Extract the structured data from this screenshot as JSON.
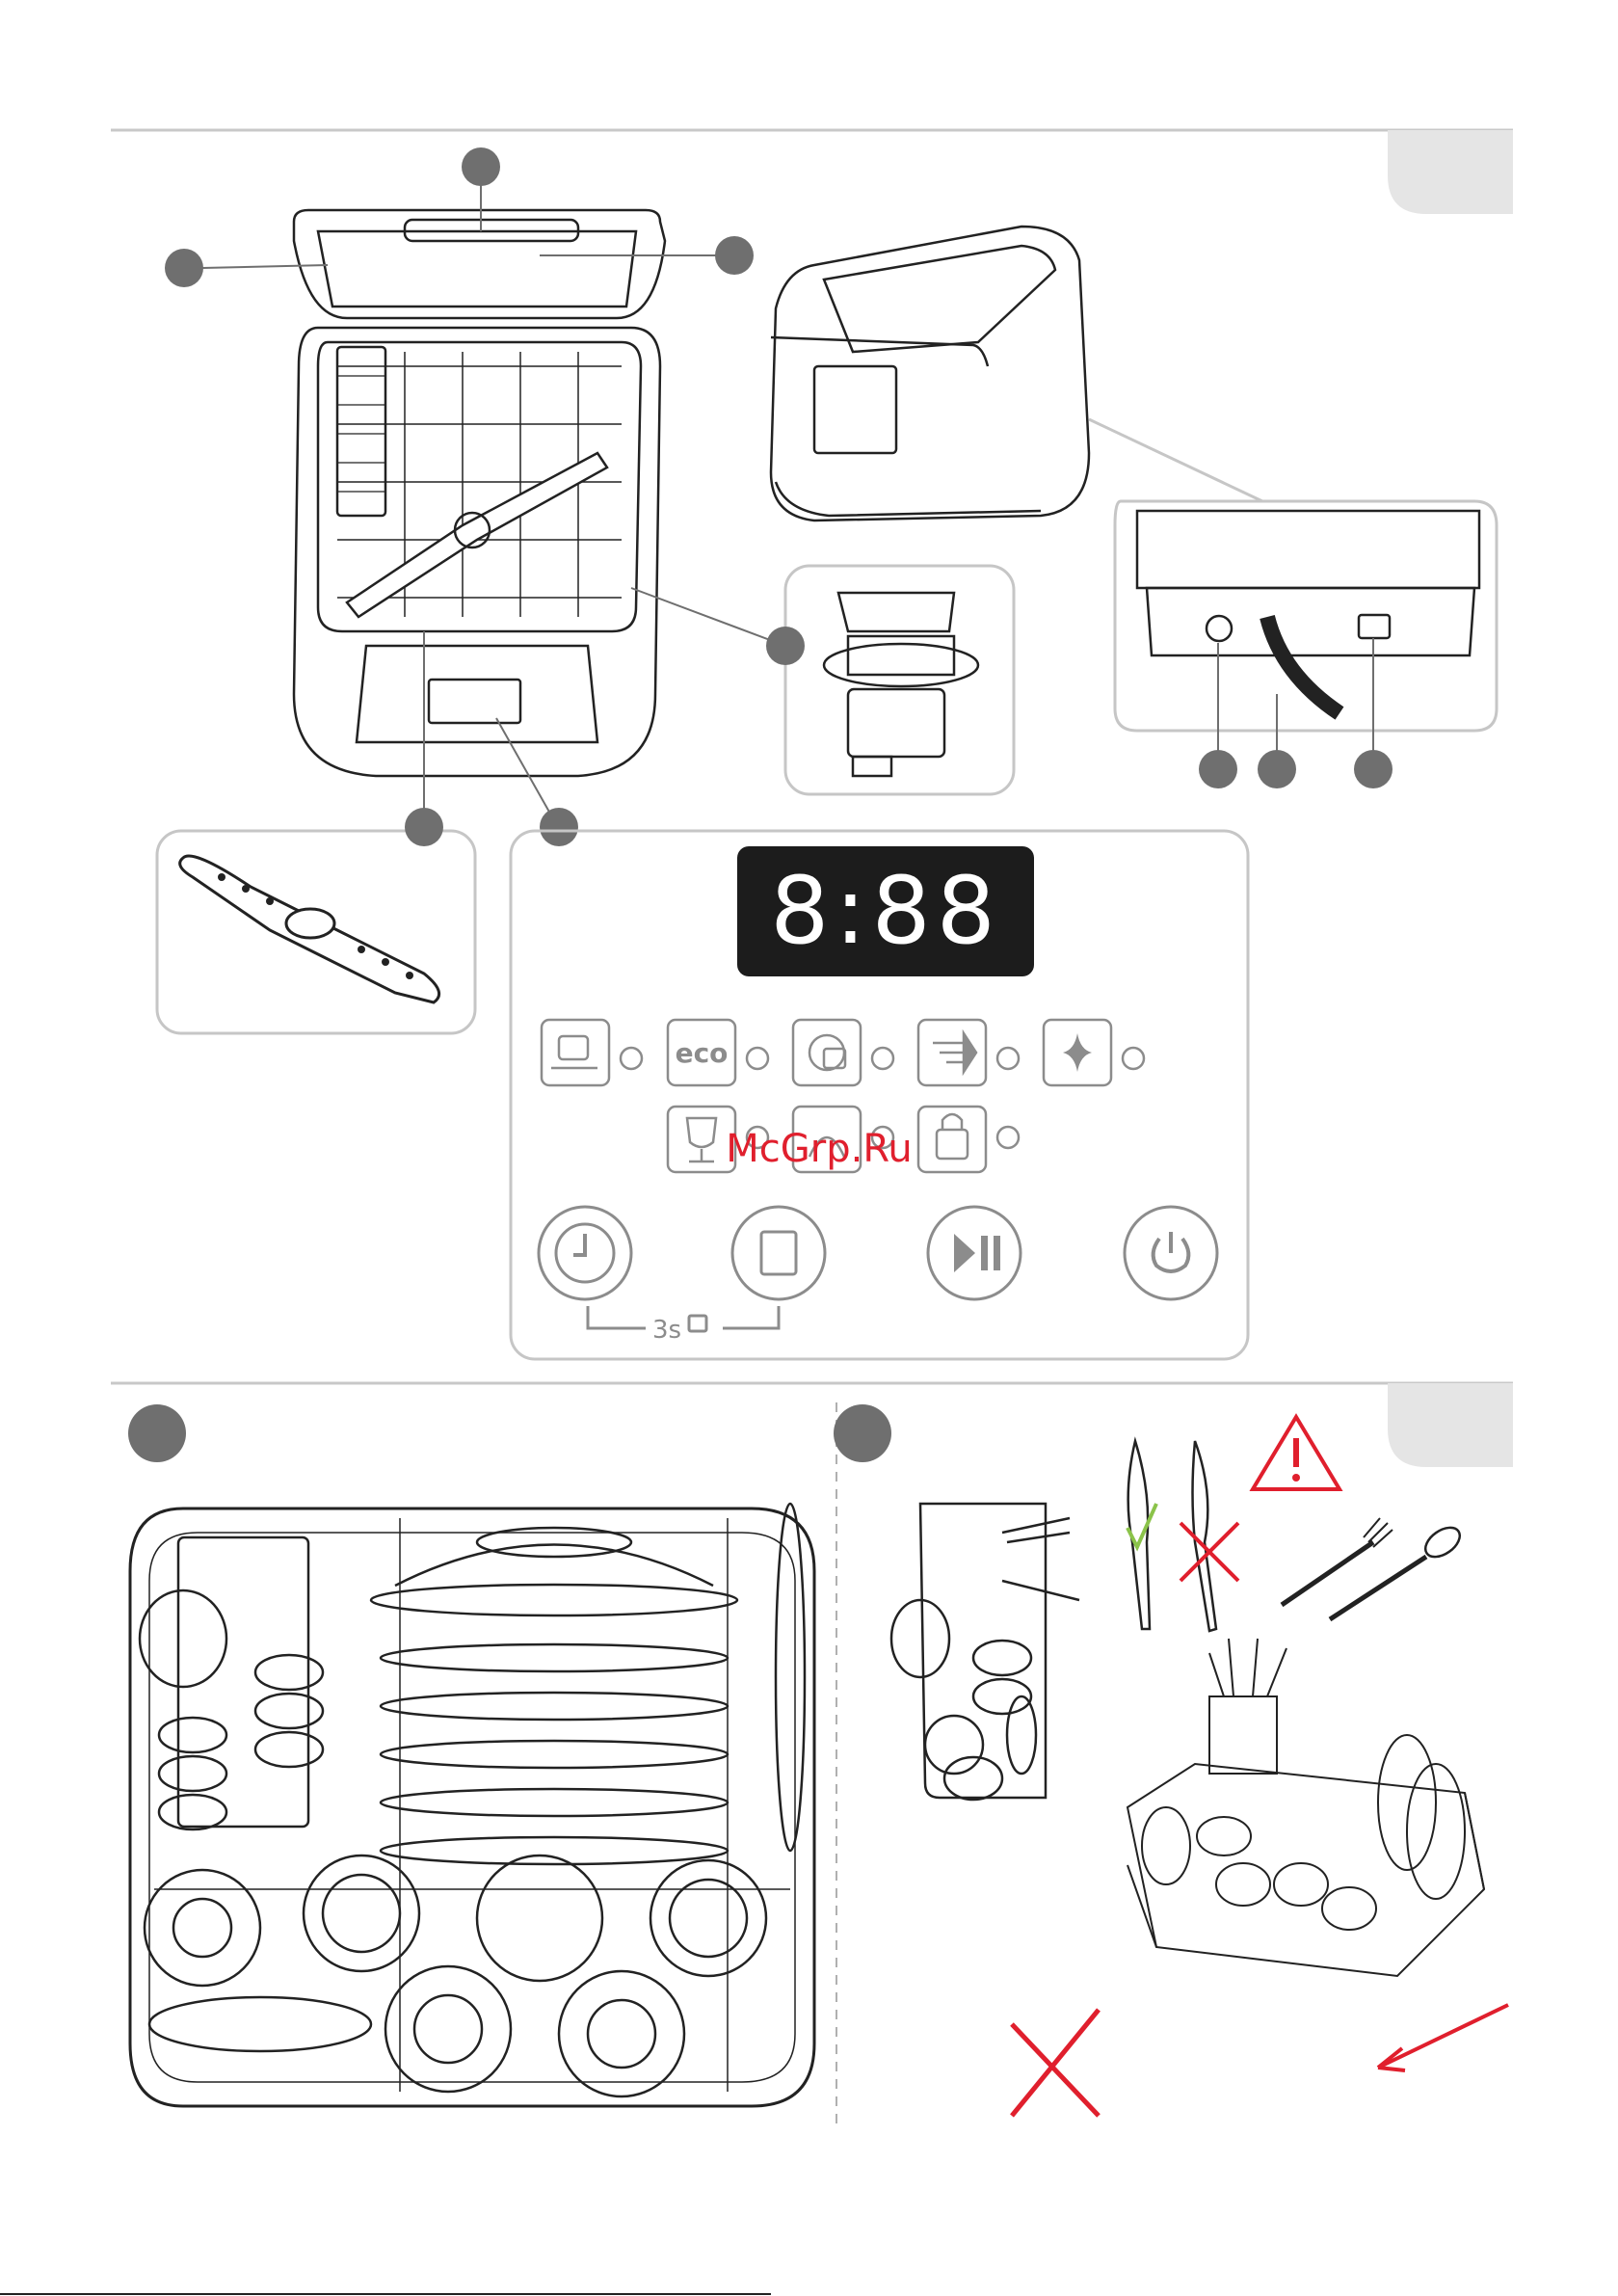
{
  "display": {
    "digits": "8:88"
  },
  "control_panel": {
    "program_icons": [
      {
        "name": "intensive-pot-icon"
      },
      {
        "name": "eco-icon",
        "label": "eco"
      },
      {
        "name": "auto-plate-cup-icon"
      },
      {
        "name": "quick-wash-icon"
      },
      {
        "name": "sparkle-icon"
      },
      {
        "name": "glass-icon"
      },
      {
        "name": "rinse-shower-icon"
      },
      {
        "name": "child-lock-icon"
      }
    ],
    "buttons": [
      {
        "name": "delay-timer-button",
        "icon": "clock-icon"
      },
      {
        "name": "door-open-button",
        "icon": "door-icon"
      },
      {
        "name": "start-pause-button",
        "icon": "play-pause-icon"
      },
      {
        "name": "power-button",
        "icon": "power-icon"
      }
    ],
    "lock_hint": "3s"
  },
  "watermark": "McGrp.Ru",
  "colors": {
    "line": "#222222",
    "panel_border": "#c6c6c6",
    "callout": "#6f6f6f",
    "display_bg": "#1c1c1c",
    "display_digits": "#ffffff",
    "warning": "#e01f2d",
    "check": "#8bc34a",
    "tab": "#e5e5e5"
  }
}
